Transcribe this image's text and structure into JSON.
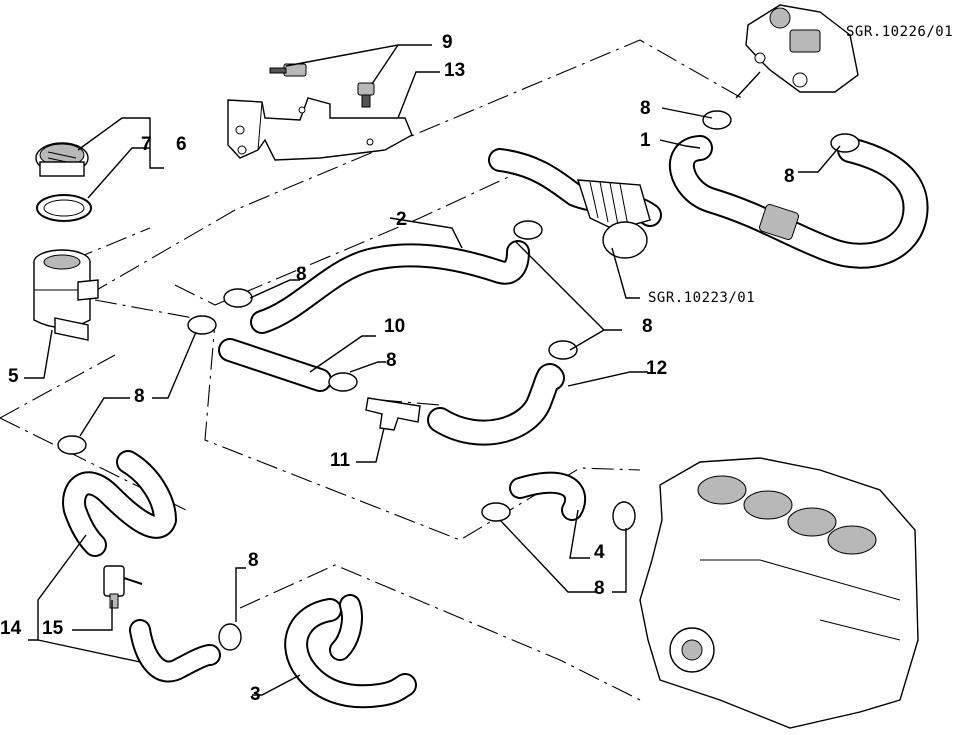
{
  "diagram": {
    "callouts": {
      "n1": "1",
      "n2": "2",
      "n3": "3",
      "n4": "4",
      "n5": "5",
      "n6": "6",
      "n7": "7",
      "n9": "9",
      "n10": "10",
      "n11": "11",
      "n12": "12",
      "n13": "13",
      "n14": "14",
      "n15": "15",
      "n8a": "8",
      "n8b": "8",
      "n8c": "8",
      "n8d": "8",
      "n8e": "8",
      "n8f": "8",
      "n8g": "8",
      "n8h": "8"
    },
    "references": {
      "thermostat_ref": "SGR.10226/01",
      "intake_ref": "SGR.10223/01"
    }
  }
}
